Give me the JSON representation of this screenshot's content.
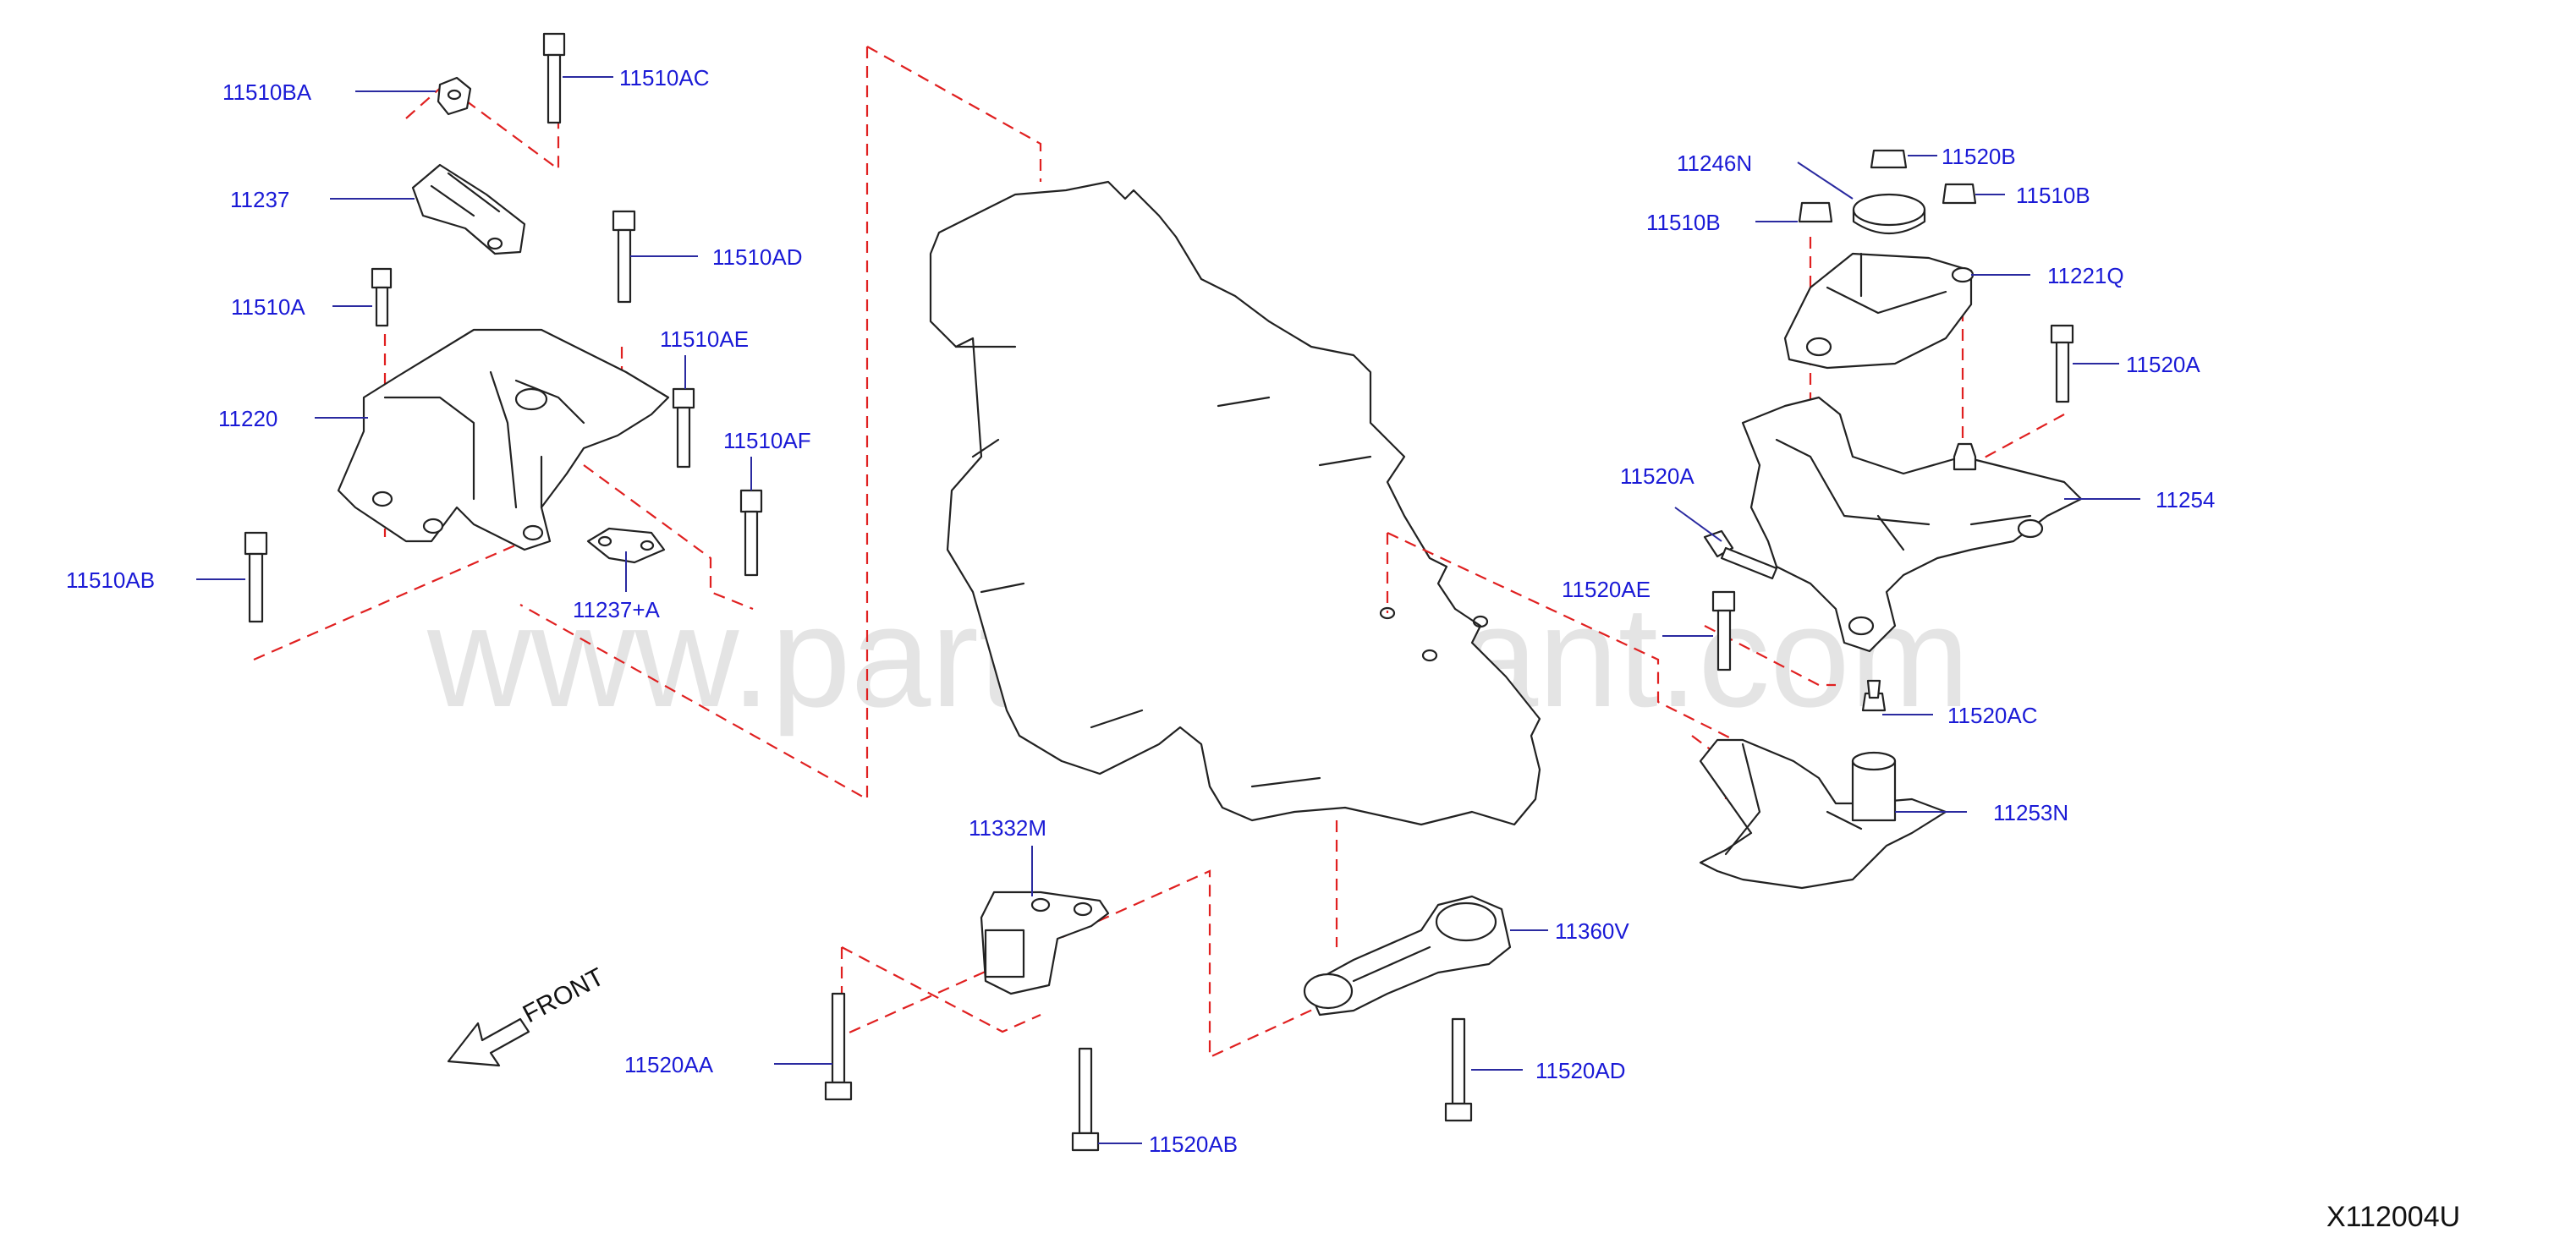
{
  "diagram_code": "X112004U",
  "watermark": "www.partsassistant.com",
  "front_label": "FRONT",
  "parts": {
    "p11510BA": "11510BA",
    "p11510AC": "11510AC",
    "p11237": "11237",
    "p11510AD": "11510AD",
    "p11510A": "11510A",
    "p11510AE": "11510AE",
    "p11220": "11220",
    "p11510AF": "11510AF",
    "p11510AB": "11510AB",
    "p11237A": "11237+A",
    "p11246N": "11246N",
    "p11520B": "11520B",
    "p11510B_left": "11510B",
    "p11510B_right": "11510B",
    "p11221Q": "11221Q",
    "p11520A_right": "11520A",
    "p11520A_left": "11520A",
    "p11254": "11254",
    "p11520AE": "11520AE",
    "p11520AC": "11520AC",
    "p11253N": "11253N",
    "p11332M": "11332M",
    "p11360V": "11360V",
    "p11520AA": "11520AA",
    "p11520AB": "11520AB",
    "p11520AD": "11520AD"
  },
  "colors": {
    "label": "#1a1ad6",
    "dashed_line": "#e02020",
    "outline": "#222222",
    "watermark": "#cfcfcf"
  }
}
